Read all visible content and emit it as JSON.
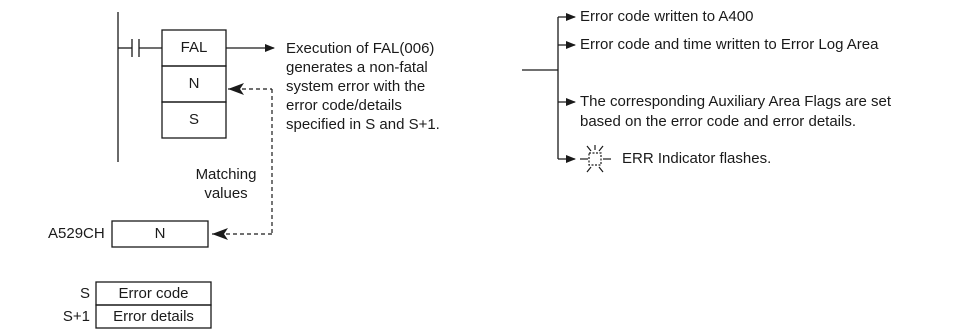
{
  "ladder": {
    "instruction": "FAL",
    "operand_n": "N",
    "operand_s": "S"
  },
  "description": [
    "Execution of FAL(006)",
    "generates a non-fatal",
    "system error with the",
    "error code/details",
    "specified in S and S+1."
  ],
  "matching_values": [
    "Matching",
    "values"
  ],
  "a529": {
    "label": "A529CH",
    "value": "N"
  },
  "s_table": {
    "rows": [
      {
        "label": "S",
        "value": "Error code"
      },
      {
        "label": "S+1",
        "value": "Error details"
      }
    ]
  },
  "results": {
    "a400": "Error code written to A400",
    "error_log": "Error code and time written to Error Log Area",
    "flags": [
      "The corresponding Auxiliary Area Flags are set",
      "based on the error code and error details."
    ],
    "err_indicator": "ERR Indicator flashes."
  },
  "colors": {
    "line": "#1a1a1a",
    "text": "#1a1a1a",
    "background": "#ffffff"
  },
  "icons": {
    "contact": "normally-open-contact-icon",
    "indicator": "flashing-led-icon"
  }
}
